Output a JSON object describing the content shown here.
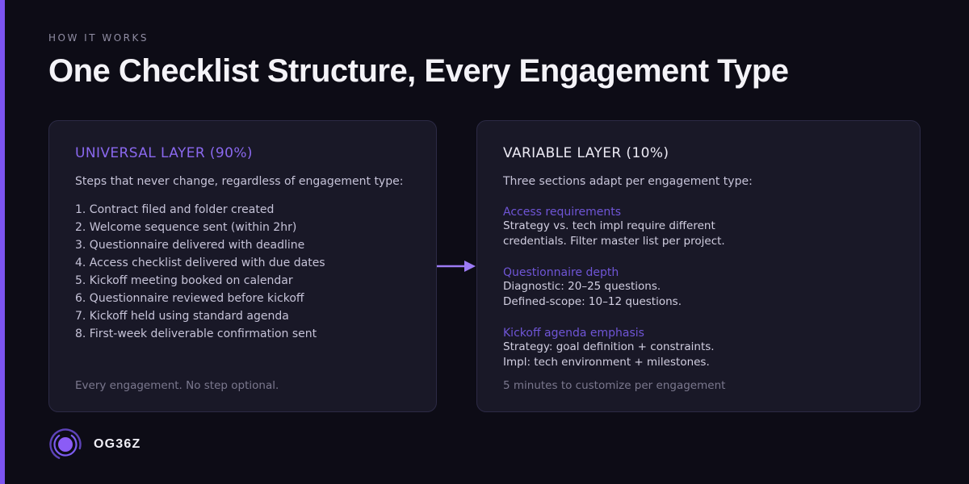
{
  "page": {
    "eyebrow": "HOW IT WORKS",
    "title": "One Checklist Structure, Every Engagement Type"
  },
  "colors": {
    "background": "#0d0c16",
    "accent_bar": "#7c54f0",
    "card_background": "#191827",
    "card_border": "#2c2a45",
    "purple_heading": "#8a68ee",
    "purple_subheading": "#6f55d6",
    "arrow": "#9d7bf5",
    "body_text": "#c6c3d8",
    "muted_text": "#7b788e",
    "title_text": "#f4f3f8"
  },
  "universal_card": {
    "heading": "UNIVERSAL LAYER (90%)",
    "intro": "Steps that never change, regardless of engagement type:",
    "steps": [
      "1. Contract filed and folder created",
      "2. Welcome sequence sent (within 2hr)",
      "3. Questionnaire delivered with deadline",
      "4. Access checklist delivered with due dates",
      "5. Kickoff meeting booked on calendar",
      "6. Questionnaire reviewed before kickoff",
      "7. Kickoff held using standard agenda",
      "8. First-week deliverable confirmation sent"
    ],
    "footer": "Every engagement. No step optional."
  },
  "variable_card": {
    "heading": "VARIABLE LAYER (10%)",
    "intro": "Three sections adapt per engagement type:",
    "sections": [
      {
        "title": "Access requirements",
        "lines": [
          "Strategy vs. tech impl require different",
          "credentials. Filter master list per project."
        ]
      },
      {
        "title": "Questionnaire depth",
        "lines": [
          "Diagnostic: 20–25 questions.",
          "Defined-scope: 10–12 questions."
        ]
      },
      {
        "title": "Kickoff agenda emphasis",
        "lines": [
          "Strategy: goal definition + constraints.",
          "Impl: tech environment + milestones."
        ]
      }
    ],
    "footer": "5 minutes to customize per engagement"
  },
  "logo": {
    "text": "OG36Z"
  }
}
